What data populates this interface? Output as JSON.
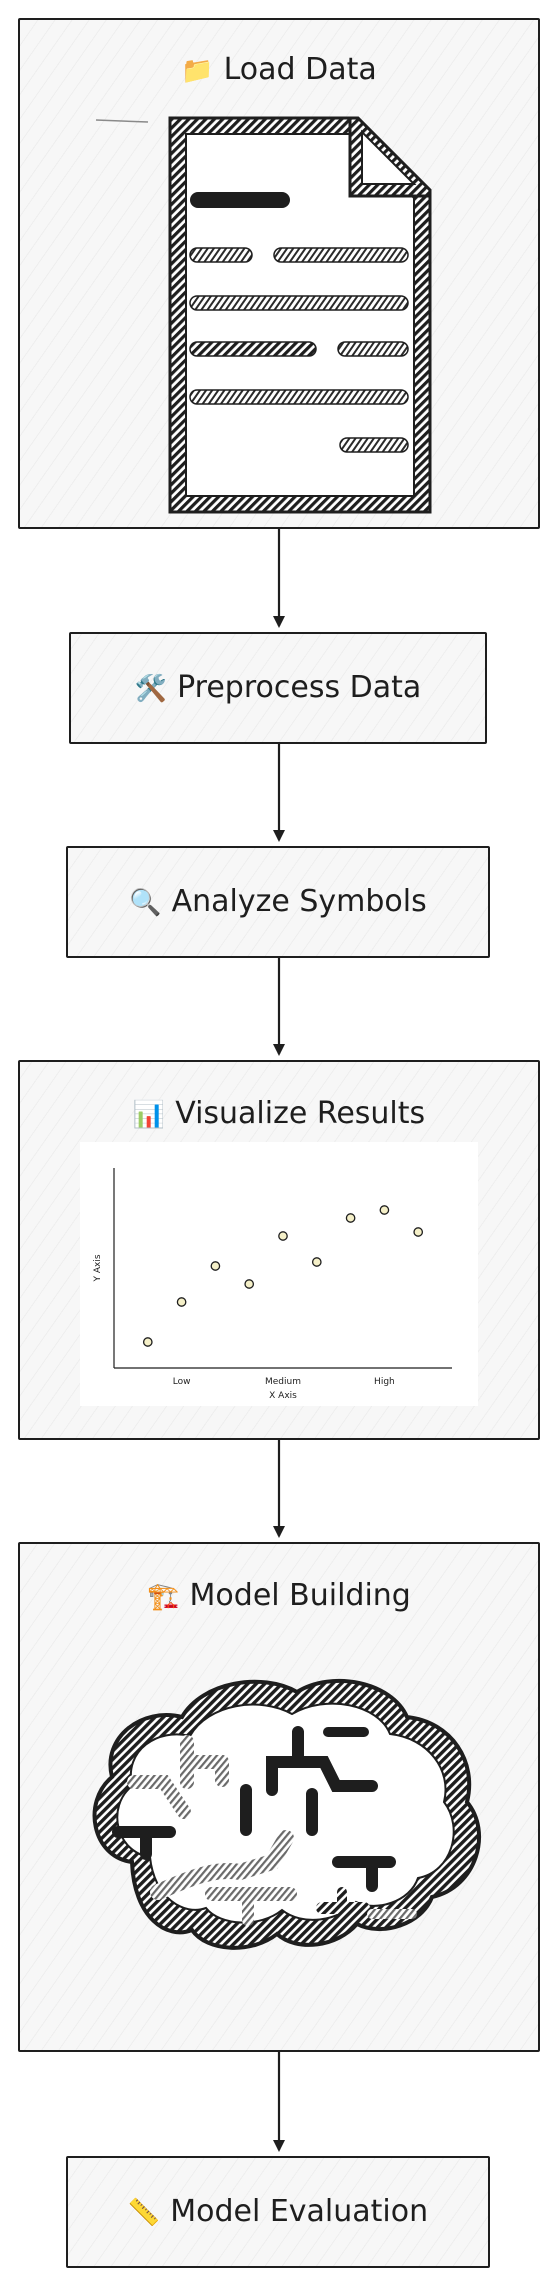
{
  "nodes": [
    {
      "id": "load",
      "icon": "📁",
      "icon_name": "folder-icon",
      "label": "Load Data",
      "illustration": "document-icon"
    },
    {
      "id": "preprocess",
      "icon": "🛠️",
      "icon_name": "tools-icon",
      "label": "Preprocess Data"
    },
    {
      "id": "analyze",
      "icon": "🔍",
      "icon_name": "magnifier-icon",
      "label": "Analyze Symbols"
    },
    {
      "id": "visualize",
      "icon": "📊",
      "icon_name": "bar-chart-icon",
      "label": "Visualize Results",
      "illustration": "scatter-chart"
    },
    {
      "id": "model",
      "icon": "🏗️",
      "icon_name": "crane-icon",
      "label": "Model Building",
      "illustration": "brain-icon"
    },
    {
      "id": "evaluate",
      "icon": "📏",
      "icon_name": "ruler-icon",
      "label": "Model Evaluation"
    }
  ],
  "chart_data": {
    "type": "scatter",
    "title": "",
    "xlabel": "X Axis",
    "ylabel": "Y Axis",
    "x_ticks": [
      "Low",
      "Medium",
      "High"
    ],
    "x_range": [
      0,
      10
    ],
    "y_range": [
      0,
      10
    ],
    "grid": false,
    "series": [
      {
        "x": [
          1,
          2,
          3,
          4,
          5,
          6,
          7,
          8,
          9
        ],
        "y": [
          1.3,
          3.3,
          5.1,
          4.2,
          6.6,
          5.3,
          7.5,
          7.9,
          6.8
        ]
      }
    ]
  },
  "colors": {
    "stroke": "#1e1e1e",
    "box_fill": "#f7f7f7",
    "point_fill": "#f5f0c8"
  }
}
